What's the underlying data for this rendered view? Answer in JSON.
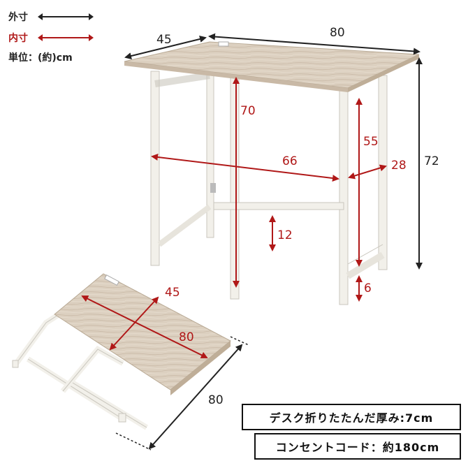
{
  "legend": {
    "outer_label": "外寸",
    "inner_label": "内寸",
    "unit_label": "単位：(約)cm",
    "outer_color": "#222222",
    "inner_color": "#b01818"
  },
  "dimensions_outer": {
    "depth": "45",
    "width": "80",
    "height": "72"
  },
  "dimensions_inner": {
    "leg_height": "70",
    "inner_width": "66",
    "side_height": "55",
    "side_depth": "28",
    "bar_height": "12",
    "bottom_gap": "6"
  },
  "folded": {
    "depth": "45",
    "width": "80",
    "length": "80"
  },
  "notes": {
    "thickness": "デスク折りたたんだ厚み:7cm",
    "cord": "コンセントコード：約180cm"
  },
  "colors": {
    "wood": "#d8cbbb",
    "frame": "#f2f0ea",
    "arrow_outer": "#222222",
    "arrow_inner": "#b01818"
  }
}
